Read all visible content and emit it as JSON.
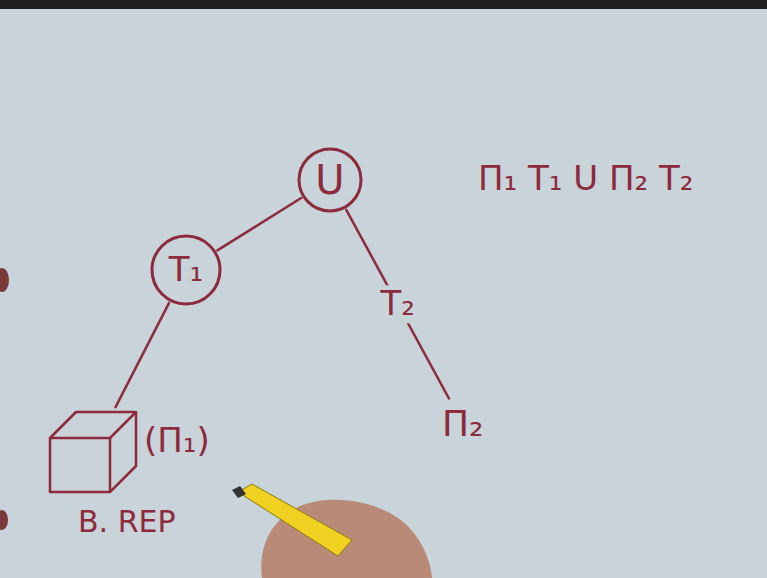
{
  "diagram": {
    "nodes": [
      {
        "text": [
          "U"
        ]
      },
      {
        "text": [
          "T₁"
        ]
      },
      {
        "text": [
          "(Π₁)"
        ]
      },
      {
        "text": [
          "Π₂"
        ]
      }
    ],
    "edges": [
      {
        "from": 0,
        "to": 1,
        "arrow": "none"
      },
      {
        "from": 1,
        "to": 2,
        "arrow": "none"
      },
      {
        "from": 0,
        "to": 3,
        "label": "T₂",
        "arrow": "none"
      }
    ],
    "labels": [
      "Π₁ T₁ U Π₂ T₂",
      "B. REP"
    ]
  }
}
